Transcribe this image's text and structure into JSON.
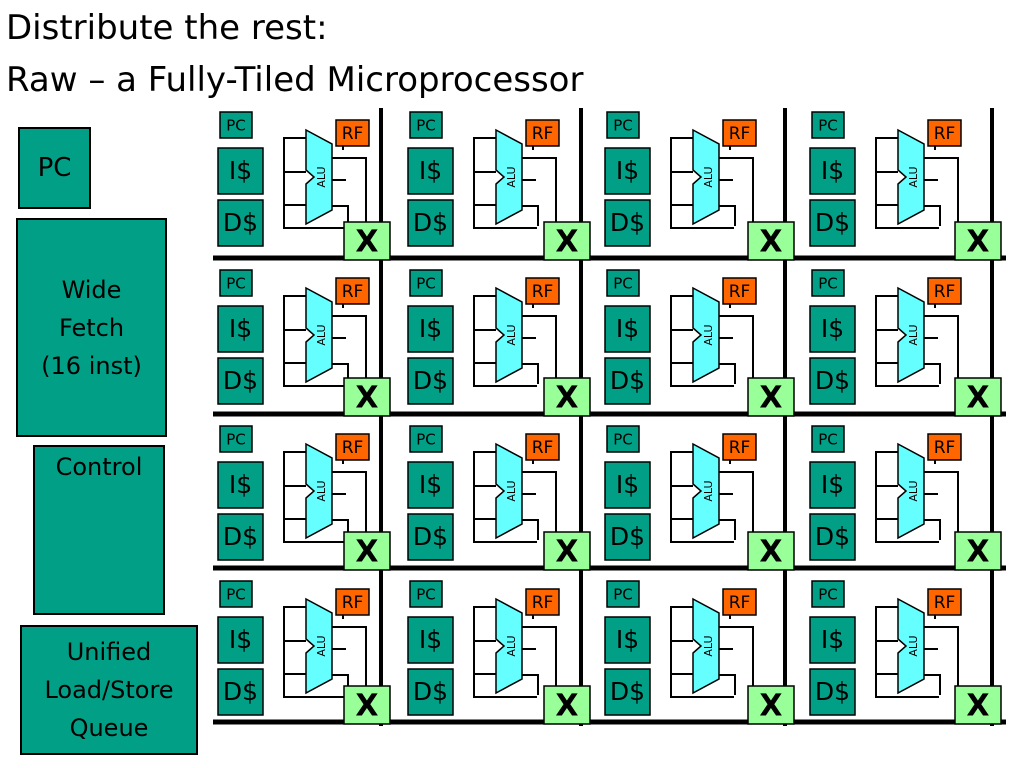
{
  "title": {
    "line1": "Distribute the rest:",
    "line2": "Raw – a Fully-Tiled Microprocessor"
  },
  "left_blocks": {
    "pc": "PC",
    "wide_fetch": "Wide\nFetch\n(16 inst)",
    "control": "Control",
    "lsq": "Unified\nLoad/Store\nQueue"
  },
  "tile_labels": {
    "pc": "PC",
    "icache": "I$",
    "dcache": "D$",
    "rf": "RF",
    "alu": "ALU",
    "switch": "X"
  },
  "grid": {
    "rows": 4,
    "cols": 4
  },
  "colors": {
    "block": "#009f86",
    "alu": "#66ffff",
    "rf": "#ff6600",
    "switch": "#99ff99",
    "wire": "#000000"
  }
}
